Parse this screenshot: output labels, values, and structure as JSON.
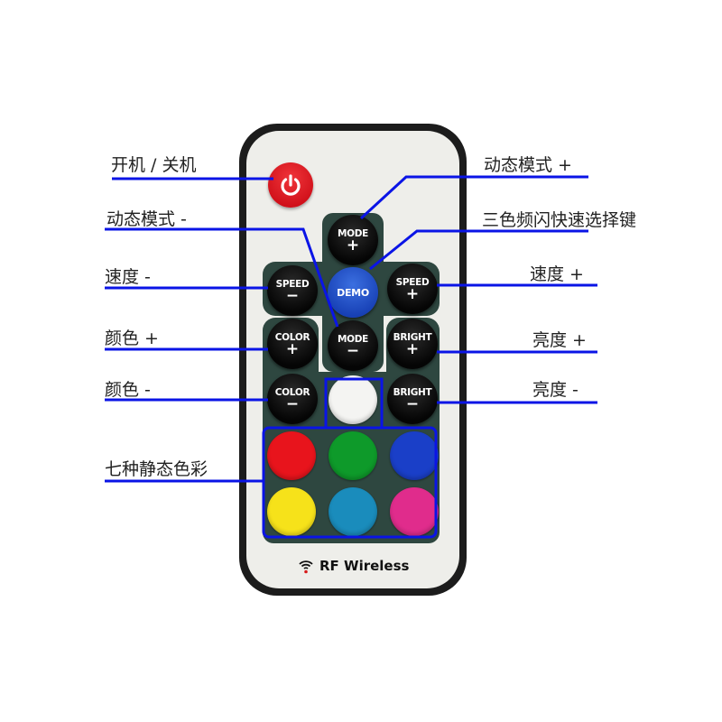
{
  "remote": {
    "brand_label": "RF Wireless",
    "buttons": {
      "power": {
        "icon": "power-icon",
        "color": "#d9141c"
      },
      "mode_plus": {
        "label": "MODE",
        "symbol": "+"
      },
      "mode_minus": {
        "label": "MODE",
        "symbol": "−"
      },
      "demo": {
        "label": "DEMO"
      },
      "speed_minus": {
        "label": "SPEED",
        "symbol": "−"
      },
      "speed_plus": {
        "label": "SPEED",
        "symbol": "+"
      },
      "color_plus": {
        "label": "COLOR",
        "symbol": "+"
      },
      "color_minus": {
        "label": "COLOR",
        "symbol": "−"
      },
      "bright_plus": {
        "label": "BRIGHT",
        "symbol": "+"
      },
      "bright_minus": {
        "label": "BRIGHT",
        "symbol": "−"
      }
    },
    "color_buttons": [
      {
        "name": "white",
        "color": "#f4f4f2"
      },
      {
        "name": "red",
        "color": "#e8141c"
      },
      {
        "name": "green",
        "color": "#0e9a2a"
      },
      {
        "name": "blue",
        "color": "#1a3fc8"
      },
      {
        "name": "yellow",
        "color": "#f6e21a"
      },
      {
        "name": "cyan",
        "color": "#1a8cbc"
      },
      {
        "name": "magenta",
        "color": "#e02c8c"
      }
    ]
  },
  "annotations": {
    "left": [
      {
        "id": "power",
        "text": "开机 / 关机"
      },
      {
        "id": "mode_minus",
        "text": "动态模式 -"
      },
      {
        "id": "speed_minus",
        "text": "速度 -"
      },
      {
        "id": "color_plus",
        "text": "颜色 +"
      },
      {
        "id": "color_minus",
        "text": "颜色 -"
      },
      {
        "id": "static_colors",
        "text": "七种静态色彩"
      }
    ],
    "right": [
      {
        "id": "mode_plus",
        "text": "动态模式 +"
      },
      {
        "id": "demo",
        "text": "三色频闪快速选择键"
      },
      {
        "id": "speed_plus",
        "text": "速度 +"
      },
      {
        "id": "bright_plus",
        "text": "亮度 +"
      },
      {
        "id": "bright_minus",
        "text": "亮度 -"
      }
    ]
  },
  "colors": {
    "leader_line": "#0a14e6",
    "panel": "#2e4740",
    "remote_body": "#1c1c1c",
    "remote_face": "#eeeeea"
  }
}
